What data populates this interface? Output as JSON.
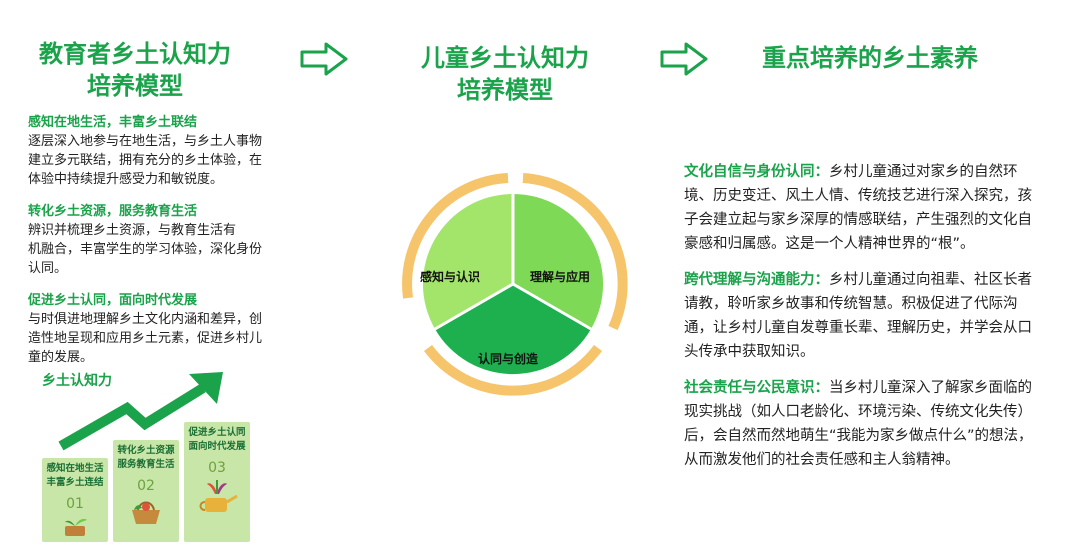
{
  "columns": {
    "left_heading": [
      "教育者乡土认知力",
      "培养模型"
    ],
    "middle_heading": [
      "儿童乡土认知力",
      "培养模型"
    ],
    "right_heading": "重点培养的乡土素养"
  },
  "left_items": [
    {
      "title": "感知在地生活，丰富乡土联结",
      "lines": [
        "逐层深入地参与在地生活，与乡土人事物",
        "建立多元联结，拥有充分的乡土体验，在",
        "体验中持续提升感受力和敏锐度。"
      ]
    },
    {
      "title": "转化乡土资源，服务教育生活",
      "lines": [
        "辨识并梳理乡土资源，与教育生活有",
        "机融合，丰富学生的学习体验，深化身份",
        "认同。"
      ]
    },
    {
      "title": "促进乡土认同，面向时代发展",
      "lines": [
        "与时俱进地理解乡土文化内涵和差异，创",
        "造性地呈现和应用乡土元素，促进乡村儿",
        "童的发展。"
      ]
    }
  ],
  "growth_label": "乡土认知力",
  "stairs": [
    {
      "label": [
        "感知在地生活",
        "丰富乡土连结"
      ],
      "num": "01"
    },
    {
      "label": [
        "转化乡土资源",
        "服务教育生活"
      ],
      "num": "02"
    },
    {
      "label": [
        "促进乡土认同",
        "面向时代发展"
      ],
      "num": "03"
    }
  ],
  "cycle": {
    "segments": [
      "感知与认识",
      "理解与应用",
      "认同与创造"
    ]
  },
  "right_items": [
    {
      "title": "文化自信与身份认同：",
      "lines": [
        "乡村儿童通过对家乡的自然环",
        "境、历史变迁、风土人情、传统技艺进行深入探究，孩",
        "子会建立起与家乡深厚的情感联结，产生强烈的文化自",
        "豪感和归属感。这是一个人精神世界的“根”。"
      ]
    },
    {
      "title": "跨代理解与沟通能力：",
      "lines": [
        "乡村儿童通过向祖辈、社区长者",
        "请教，聆听家乡故事和传统智慧。积极促进了代际沟",
        "通，让乡村儿童自发尊重长辈、理解历史，并学会从口",
        "头传承中获取知识。"
      ]
    },
    {
      "title": "社会责任与公民意识：",
      "lines": [
        "当乡村儿童深入了解家乡面临的",
        "现实挑战（如人口老龄化、环境污染、传统文化失传）",
        "后，会自然而然地萌生“我能为家乡做点什么”的想法，",
        "从而激发他们的社会责任感和主人翁精神。"
      ]
    }
  ],
  "colors": {
    "green_dark": "#1aa34a",
    "green_mid": "#5fd14f",
    "green_light": "#8fe05a",
    "ring_orange": "#f6c46a",
    "card_bg": "#c8e6a8"
  }
}
